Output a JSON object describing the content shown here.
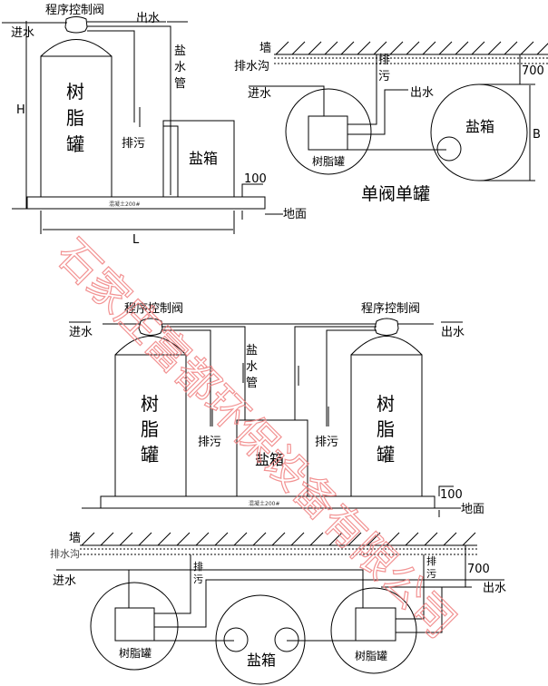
{
  "single": {
    "valve": "程序控制阀",
    "inlet": "进水",
    "outlet": "出水",
    "brine_pipe": [
      "盐",
      "水",
      "管"
    ],
    "resin_tank": [
      "树",
      "脂",
      "罐"
    ],
    "drain": "排污",
    "salt_box": "盐箱",
    "concrete": "混凝土200#",
    "dim_h": "H",
    "dim_l": "L",
    "dim_100": "100",
    "ground": "地面"
  },
  "single_plan": {
    "wall": "墙",
    "ditch": "排水沟",
    "inlet": "进水",
    "outlet": "出水",
    "drain": [
      "排",
      "污"
    ],
    "resin_tank": "树脂罐",
    "salt_box": "盐箱",
    "dim_700": "700",
    "dim_b": "B",
    "title": "单阀单罐"
  },
  "double": {
    "valve_left": "程序控制阀",
    "valve_right": "程序控制阀",
    "inlet": "进水",
    "outlet": "出水",
    "brine_pipe": [
      "盐",
      "水",
      "管"
    ],
    "resin_tank_left": [
      "树",
      "脂",
      "罐"
    ],
    "resin_tank_right": [
      "树",
      "脂",
      "罐"
    ],
    "drain_left": "排污",
    "drain_right": "排污",
    "salt_box": "盐箱",
    "concrete": "混凝土200#",
    "dim_100": "100",
    "ground": "地面"
  },
  "double_plan": {
    "wall": "墙",
    "ditch": "排水沟",
    "inlet": "进水",
    "outlet": "出水",
    "drain_left": [
      "排",
      "污"
    ],
    "drain_right": [
      "排",
      "污"
    ],
    "resin_tank_left": "树脂罐",
    "resin_tank_right": "树脂罐",
    "salt_box": "盐箱",
    "dim_700": "700"
  },
  "watermark": "石家庄富都环保设备有限公司"
}
